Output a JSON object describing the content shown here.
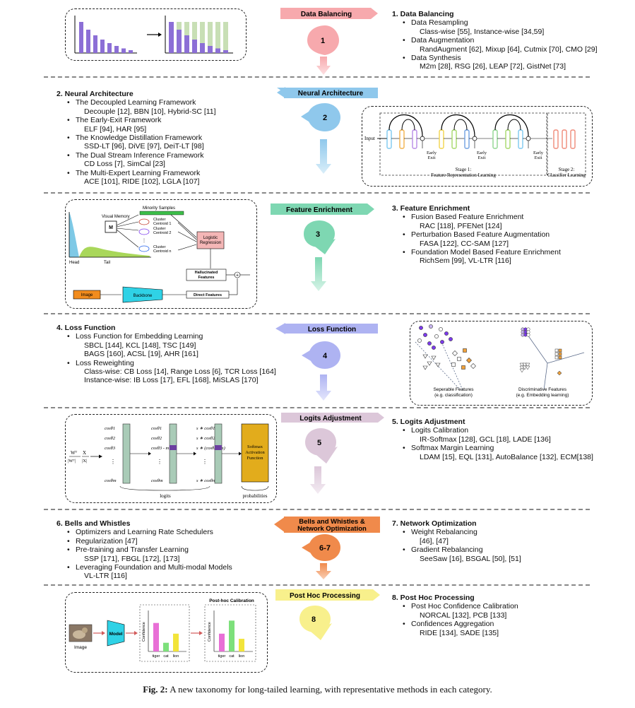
{
  "stages": [
    {
      "key": "data_balancing",
      "banner": "Data Balancing",
      "num": "1",
      "color": "#f7a9ad",
      "dir": "right"
    },
    {
      "key": "neural_arch",
      "banner": "Neural Architecture",
      "num": "2",
      "color": "#8fc8ec",
      "dir": "left"
    },
    {
      "key": "feature_enrich",
      "banner": "Feature Enrichment",
      "num": "3",
      "color": "#7ed7b2",
      "dir": "right"
    },
    {
      "key": "loss",
      "banner": "Loss  Function",
      "num": "4",
      "color": "#aeb3f2",
      "dir": "left"
    },
    {
      "key": "logits",
      "banner": "Logits Adjustment",
      "num": "5",
      "color": "#dcc7d9",
      "dir": "right"
    },
    {
      "key": "bells",
      "banner_line1": "Bells and Whistles &",
      "banner_line2": "Network  Optimization",
      "num": "6-7",
      "color": "#f08a4b",
      "dir": "left"
    },
    {
      "key": "posthoc",
      "banner": "Post Hoc Processing",
      "num": "8",
      "color": "#f8f08c",
      "dir": "right"
    }
  ],
  "sec1": {
    "title": "1. Data Balancing",
    "items": [
      {
        "h": "Data Resampling",
        "v": "Class-wise [55], Instance-wise  [34,59]"
      },
      {
        "h": "Data Augmentation",
        "v": "RandAugment [62], Mixup [64], Cutmix [70], CMO [29]"
      },
      {
        "h": "Data Synthesis",
        "v": "M2m [28], RSG [26], LEAP [72], GistNet [73]"
      }
    ]
  },
  "sec2": {
    "title": "2. Neural Architecture",
    "items": [
      {
        "h": "The Decoupled Learning Framework",
        "v": "Decouple [12], BBN [10], Hybrid-SC [11]"
      },
      {
        "h": "The Early-Exit Framework",
        "v": "ELF [94], HAR [95]"
      },
      {
        "h": "The Knowledge Distillation Framework",
        "v": "SSD-LT [96], DiVE [97], DeiT-LT [98]"
      },
      {
        "h": "The Dual Stream Inference Framework",
        "v": "CD Loss [7], SimCal [23]"
      },
      {
        "h": "The Multi-Expert Learning Framework",
        "v": "ACE [101], RIDE [102], LGLA [107]"
      }
    ]
  },
  "sec3": {
    "title": "3. Feature Enrichment",
    "items": [
      {
        "h": "Fusion Based Feature Enrichment",
        "v": "RAC [118], PFENet [124]"
      },
      {
        "h": "Perturbation Based Feature Augmentation",
        "v": "FASA [122], CC-SAM [127]"
      },
      {
        "h": "Foundation Model Based Feature Enrichment",
        "v": "RichSem [99], VL-LTR [116]"
      }
    ]
  },
  "sec4": {
    "title": "4. Loss Function",
    "items": [
      {
        "h": "Loss Function for Embedding Learning",
        "v": "SBCL [144], KCL [148], TSC [149]",
        "v2": "BAGS [160], ACSL [19], AHR [161]"
      },
      {
        "h": "Loss Reweighting",
        "v": "Class-wise: CB Loss [14], Range Loss [6], TCR Loss [164]",
        "v2": "Instance-wise: IB Loss [17], EFL [168], MiSLAS [170]"
      }
    ]
  },
  "sec5": {
    "title": "5. Logits Adjustment",
    "items": [
      {
        "h": "Logits Calibration",
        "v": "IR-Softmax [128], GCL [18], LADE [136]"
      },
      {
        "h": "Softmax Margin Learning",
        "v": "LDAM [15], EQL [131], AutoBalance [132], ECM[138]"
      }
    ]
  },
  "sec6": {
    "title": "6. Bells and Whistles",
    "items": [
      {
        "h": "Optimizers and Learning Rate Schedulers"
      },
      {
        "h": "Regularization [47]"
      },
      {
        "h": "Pre-training and Transfer Learning",
        "v": "SSP [171], FBGL [172], [173]"
      },
      {
        "h": "Leveraging Foundation and Multi-modal Models",
        "v": "VL-LTR [116]"
      }
    ]
  },
  "sec7": {
    "title": "7. Network Optimization",
    "items": [
      {
        "h": "Weight Rebalancing",
        "v": "[46],  [47]"
      },
      {
        "h": "Gradient Rebalancing",
        "v": "SeeSaw [16], BSGAL [50], [51]"
      }
    ]
  },
  "sec8": {
    "title": "8. Post Hoc Processing",
    "items": [
      {
        "h": "Post Hoc Confidence Calibration",
        "v": "NORCAL [132], PCB [133]"
      },
      {
        "h": "Confidences Aggregation",
        "v": "RIDE [134], SADE [135]"
      }
    ]
  },
  "fig1": {
    "left_bars": [
      0.88,
      0.66,
      0.5,
      0.38,
      0.28,
      0.2,
      0.13,
      0.08
    ],
    "right_bars": [
      0.88,
      0.66,
      0.5,
      0.38,
      0.28,
      0.2,
      0.13,
      0.08
    ],
    "bar_color": "#8c6fd6",
    "fill_color": "#c8dfb5"
  },
  "fig2": {
    "input": "Input",
    "early_exit": "Early\nExit",
    "stage1": "Stage 1:",
    "stage1b": "Feature Representation Learning",
    "stage2": "Stage 2:",
    "stage2b": "Classifier Learning"
  },
  "fig3": {
    "visual_memory": "Visual Memory",
    "m": "M",
    "minority": "Minority Samples",
    "c1": "Cluster\nCentroid 1",
    "c2": "Cluster\nCentroid 2",
    "cn": "Cluster\nCentroid n",
    "logreg": "Logistic\nRegression",
    "halluc": "Hallucinated\nFeatures",
    "direct": "Direct Features",
    "image": "Image",
    "backbone": "Backbone",
    "head": "Head",
    "tail": "Tail"
  },
  "fig4": {
    "left_label": "Seperable Features",
    "left_sub": "(e.g. classification)",
    "right_label": "Discriminative Features",
    "right_sub": "(e.g. Embedding learning)"
  },
  "fig5": {
    "col1": [
      "cosθ1",
      "cosθ2",
      "cosθ3",
      "cosθm"
    ],
    "col2": [
      "cosθ1",
      "cosθ2",
      "cosθ3 - m",
      "cosθm"
    ],
    "col3": [
      "s ∗ cosθ1",
      "s ∗ cosθ2",
      "s ∗ (cosθ3 - m)",
      "s ∗ cosθm"
    ],
    "softmax": "Softmax\nActivation\nFunction",
    "logits": "logits",
    "probabilities": "probabilities",
    "formula_num": "W",
    "formula_x": "X"
  },
  "fig8": {
    "image": "Image",
    "model": "Model",
    "posthoc": "Post-hoc Calibration",
    "confidence": "Confidence",
    "classes": [
      "tiger",
      "cat",
      "lion"
    ],
    "before": [
      0.72,
      0.22,
      0.45
    ],
    "after": [
      0.45,
      0.78,
      0.32
    ],
    "bar_colors": [
      "#e86fd6",
      "#7de07b",
      "#f2e43a"
    ]
  },
  "caption": {
    "fig": "Fig. 2:",
    "text": "A new taxonomy for long-tailed learning, with representative methods in each category."
  }
}
